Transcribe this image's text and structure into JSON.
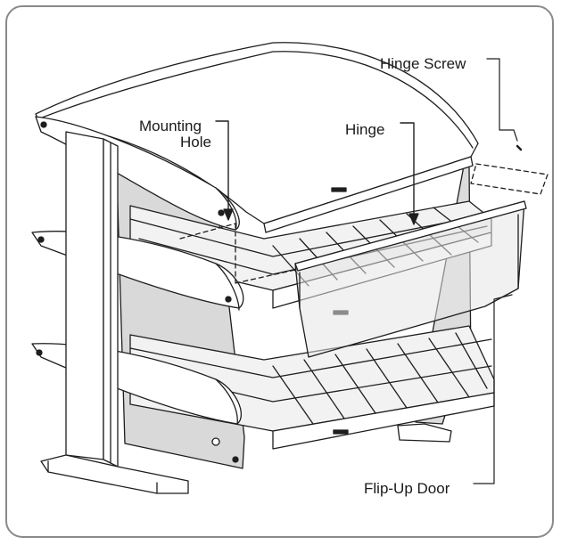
{
  "diagram": {
    "callouts": {
      "hinge_screw": "Hinge Screw",
      "mounting_hole_line1": "Mounting",
      "mounting_hole_line2": "Hole",
      "hinge": "Hinge",
      "flip_up_door": "Flip-Up Door"
    },
    "colors": {
      "frame_border": "#8a8a8a",
      "line_art": "#1e1e1e",
      "panel_fill": "#d9d9d9",
      "shelf_fill": "#f2f2f2",
      "background": "#ffffff"
    }
  }
}
